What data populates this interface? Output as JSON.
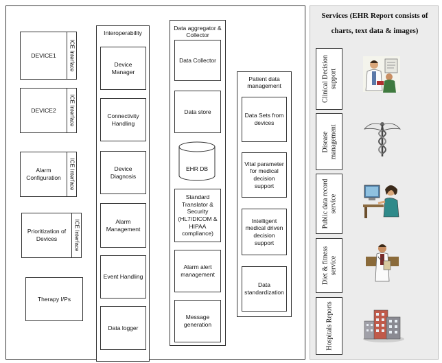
{
  "ice_label": "ICE Interface",
  "devices": [
    {
      "label": "DEVICE1",
      "has_ice": true
    },
    {
      "label": "DEVICE2",
      "has_ice": true
    },
    {
      "label": "Alarm Configuration",
      "has_ice": true
    },
    {
      "label": "Prioritization of Devices",
      "has_ice": true
    },
    {
      "label": "Therapy I/Ps",
      "has_ice": false
    }
  ],
  "interoperability": {
    "title": "Interoperability",
    "items": [
      "Device Manager",
      "Connectivity Handling",
      "Device Diagnosis",
      "Alarm Management",
      "Event Handling",
      "Data logger"
    ]
  },
  "aggregator": {
    "title": "Data aggregator & Collector",
    "items": [
      "Data Collector",
      "Data store",
      "EHR DB",
      "Standard Translator & Security (HL7/DICOM & HIPAA compliance)",
      "Alarm alert management",
      "Message generation"
    ]
  },
  "patient": {
    "title": "Patient data management",
    "items": [
      "Data Sets from devices",
      "Vital parameter for medical decision support",
      "Intelligent medical driven decision support",
      "Data standardization"
    ]
  },
  "services": {
    "title": "Services (EHR Report consists of charts, text data & images)",
    "items": [
      {
        "label": "Clinical Decision support",
        "icon": "doctors-consultation-image"
      },
      {
        "label": "Disease management",
        "icon": "caduceus-image"
      },
      {
        "label": "Public data record service",
        "icon": "computer-user-image"
      },
      {
        "label": "Diet & fitness service",
        "icon": "doctor-clipboard-image"
      },
      {
        "label": "Hospitals Reports",
        "icon": "hospital-building-image"
      }
    ]
  }
}
